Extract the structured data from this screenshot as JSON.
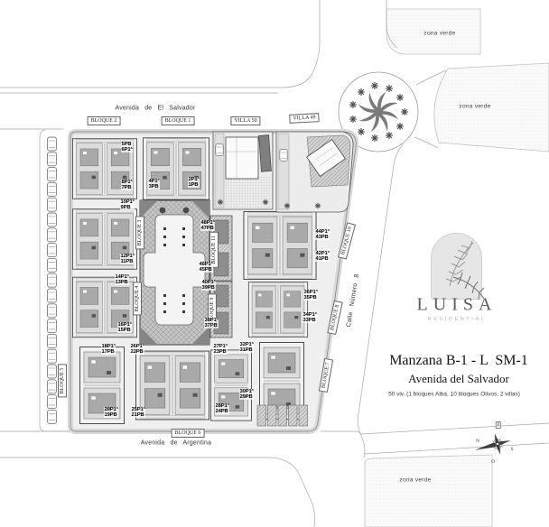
{
  "map": {
    "streets": {
      "top": "Avenida de El Salvador",
      "bottom": "Avenida de Argentina",
      "right": "Calle Número 8"
    },
    "blocks": {
      "b1": "BLOQUE 1",
      "b2": "BLOQUE 2",
      "b3": "BLOQUE 3",
      "b4": "BLOQUE 4",
      "b5": "BLOQUE 5",
      "b6": "BLOQUE 6",
      "b7": "BLOQUE 7",
      "b8": "BLOQUE 8",
      "b9": "BLOQUE 9",
      "b10": "BLOQUE 10",
      "b11": "BLOQUE 11"
    },
    "villas": {
      "v50": "VILLA 50",
      "v49": "VILLA 49"
    },
    "green": {
      "zv1": "zona verde",
      "zv2": "zona verde",
      "zv3": "zona verde"
    },
    "units": {
      "u5_6": "5PB\n6P1ª",
      "u8_7": "8P1ª\n7PB",
      "u10_9": "10P1ª\n9PB",
      "u12_11": "12P1ª\n11PB",
      "u14_13": "14P1ª\n13PB",
      "u16_15": "16P1ª\n15PB",
      "u4_3": "4P1ª\n3PB",
      "u2_1": "2P1ª\n1PB",
      "u18_17": "18P1ª\n17PB",
      "u20_19": "20P1ª\n19PB",
      "u26_22": "26P1ª\n22PB",
      "u25_21": "25P1ª\n21PB",
      "u48_47": "48P1ª\n47PB",
      "u46_45": "46P1ª\n45PB",
      "u44_43": "44P1ª\n43PB",
      "u42_41": "42P1ª\n41PB",
      "u40_39": "40P1ª\n39PB",
      "u38_37": "38P1ª\n37PB",
      "u36_35": "36P1ª\n35PB",
      "u34_33": "34P1ª\n33PB",
      "u27_23": "27P1ª\n23PB",
      "u32_31": "32P1ª\n31PB",
      "u30_29": "30P1ª\n29PB",
      "u28_24": "28P1ª\n24PB"
    },
    "compass": {
      "n": "N",
      "e": "E",
      "s": "S",
      "o": "O"
    }
  },
  "panel": {
    "brand": "LUISA",
    "brand_sub": "RESIDENTIAL",
    "title": "Manzana B-1 - L  SM-1",
    "subtitle": "Avenida del Salvador",
    "caption": "50 viv. (1 bloques Alba, 10 bloques Olivos, 2 villas)"
  }
}
